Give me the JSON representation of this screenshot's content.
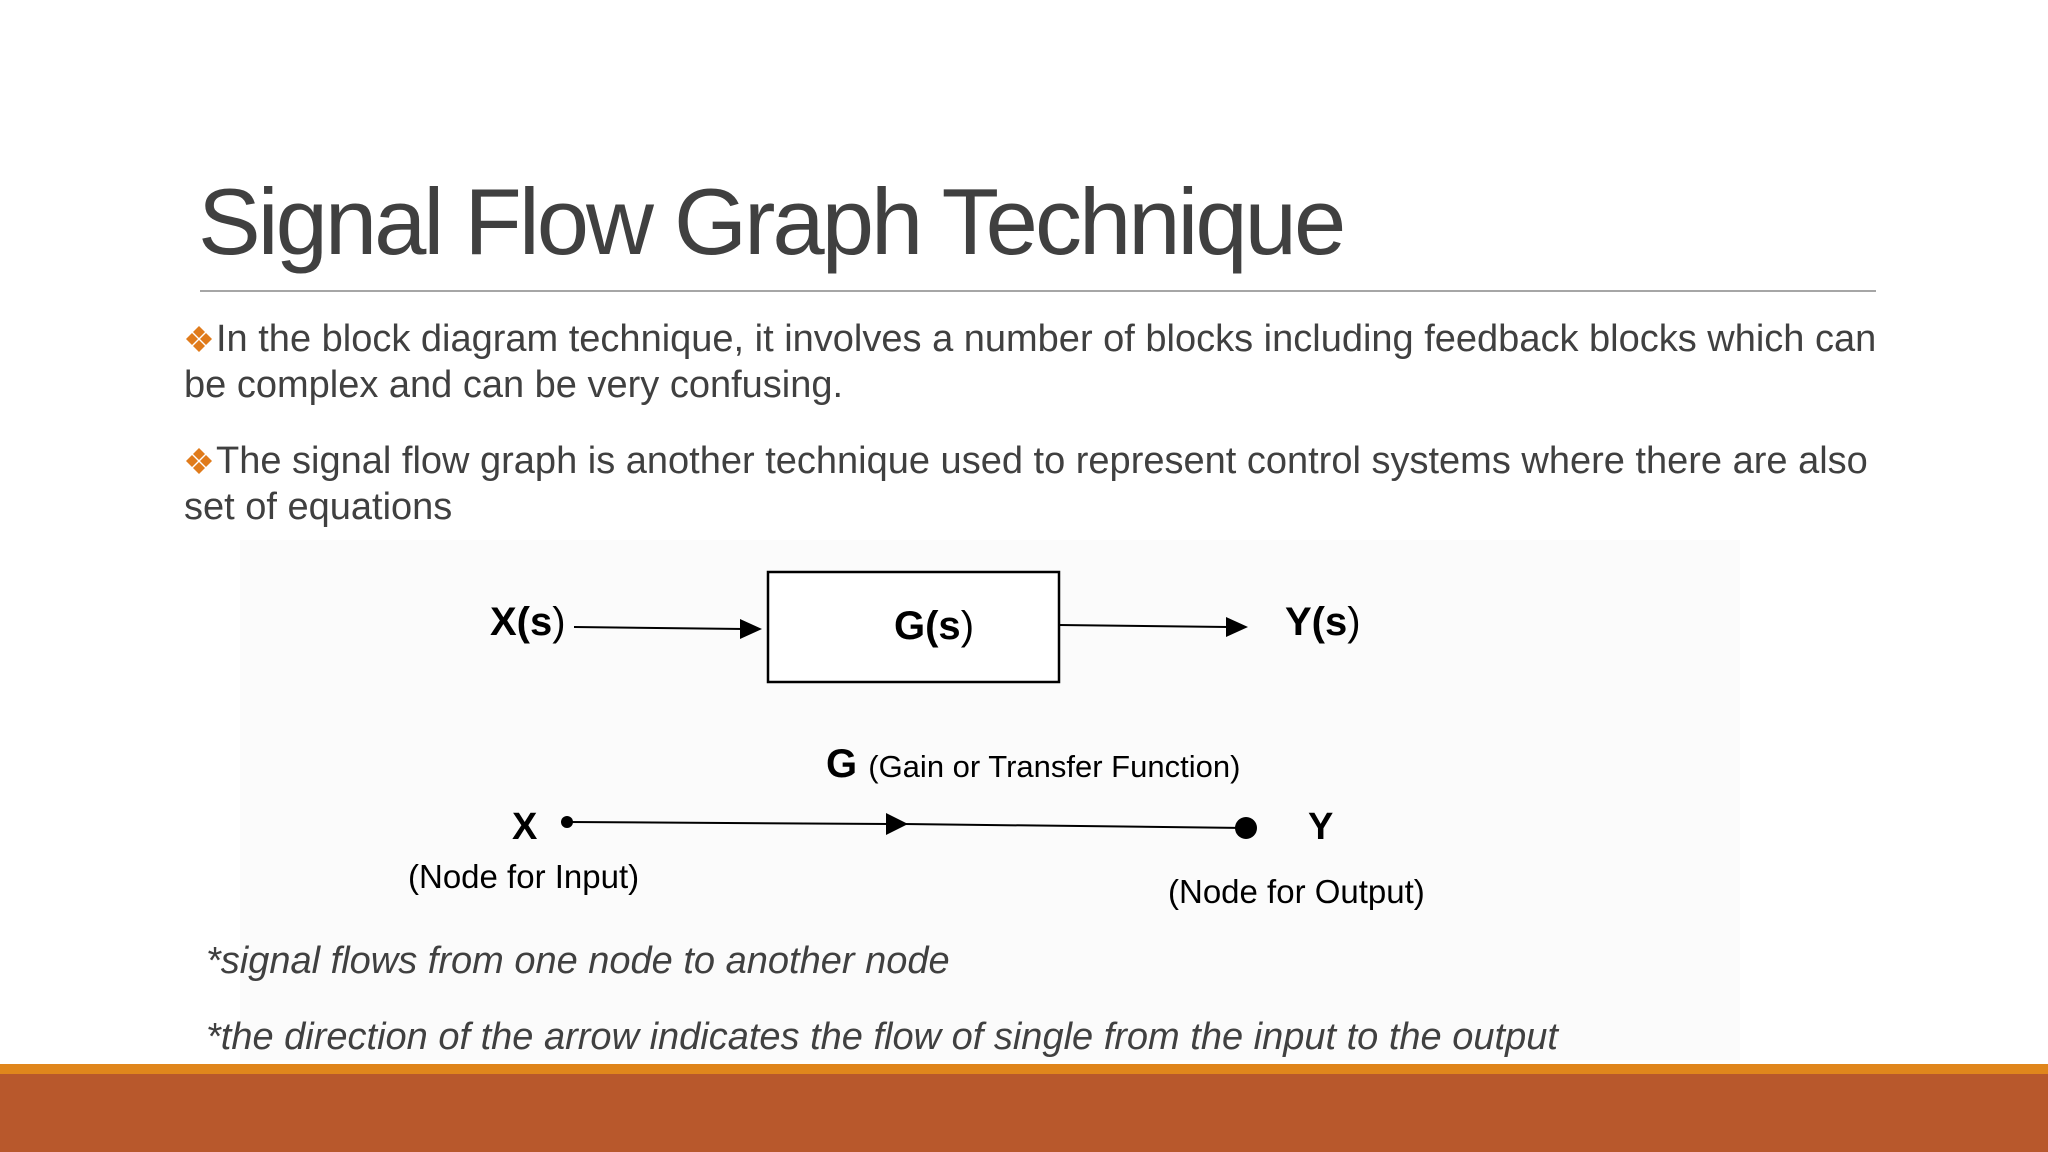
{
  "colors": {
    "accent": "#e07b1b",
    "footer_band": "#b8582c",
    "footer_stripe": "#e0861c",
    "text": "#404040"
  },
  "slide": {
    "title": "Signal Flow Graph Technique",
    "bullets": [
      {
        "icon": "diamond-bullet-icon",
        "text": "In the block diagram technique, it involves a number of blocks including feedback blocks which can be complex and can be very confusing."
      },
      {
        "icon": "diamond-bullet-icon",
        "text": "The signal flow graph is another technique used to represent control systems where there are also set of equations"
      }
    ],
    "notes": [
      "*signal flows from one node to another node",
      "*the direction of the arrow indicates the flow of single from the input to the output"
    ]
  },
  "block_diagram": {
    "input_bold": "X(s",
    "input_tail": ")",
    "block_bold": "G(s",
    "block_tail": ")",
    "output_bold": "Y(s",
    "output_tail": ")"
  },
  "signal_flow_graph": {
    "gain_symbol": "G",
    "gain_desc": "(Gain or Transfer Function)",
    "input_node": "X",
    "output_node": "Y",
    "input_caption": "(Node for Input)",
    "output_caption": "(Node for Output)"
  }
}
